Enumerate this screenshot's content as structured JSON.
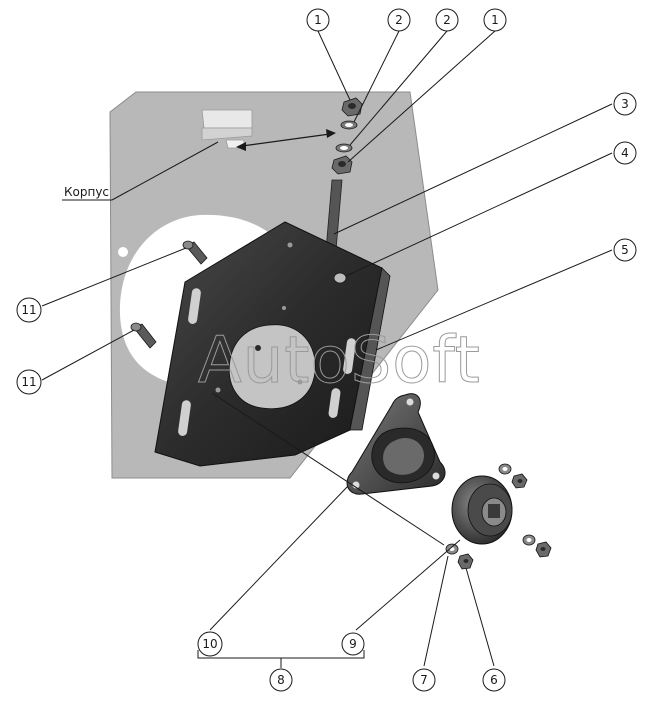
{
  "housing_label": "Корпус",
  "watermark": "AutoSoft",
  "callouts": [
    "1",
    "2",
    "2",
    "1",
    "3",
    "4",
    "5",
    "11",
    "11",
    "10",
    "9",
    "8",
    "7",
    "6"
  ],
  "colors": {
    "housing": "#b5b5b5",
    "housing_edge": "#8c8c8c",
    "plate": "#2a2a2a",
    "bracket": "#4a4a4a",
    "line": "#1a1a1a"
  }
}
